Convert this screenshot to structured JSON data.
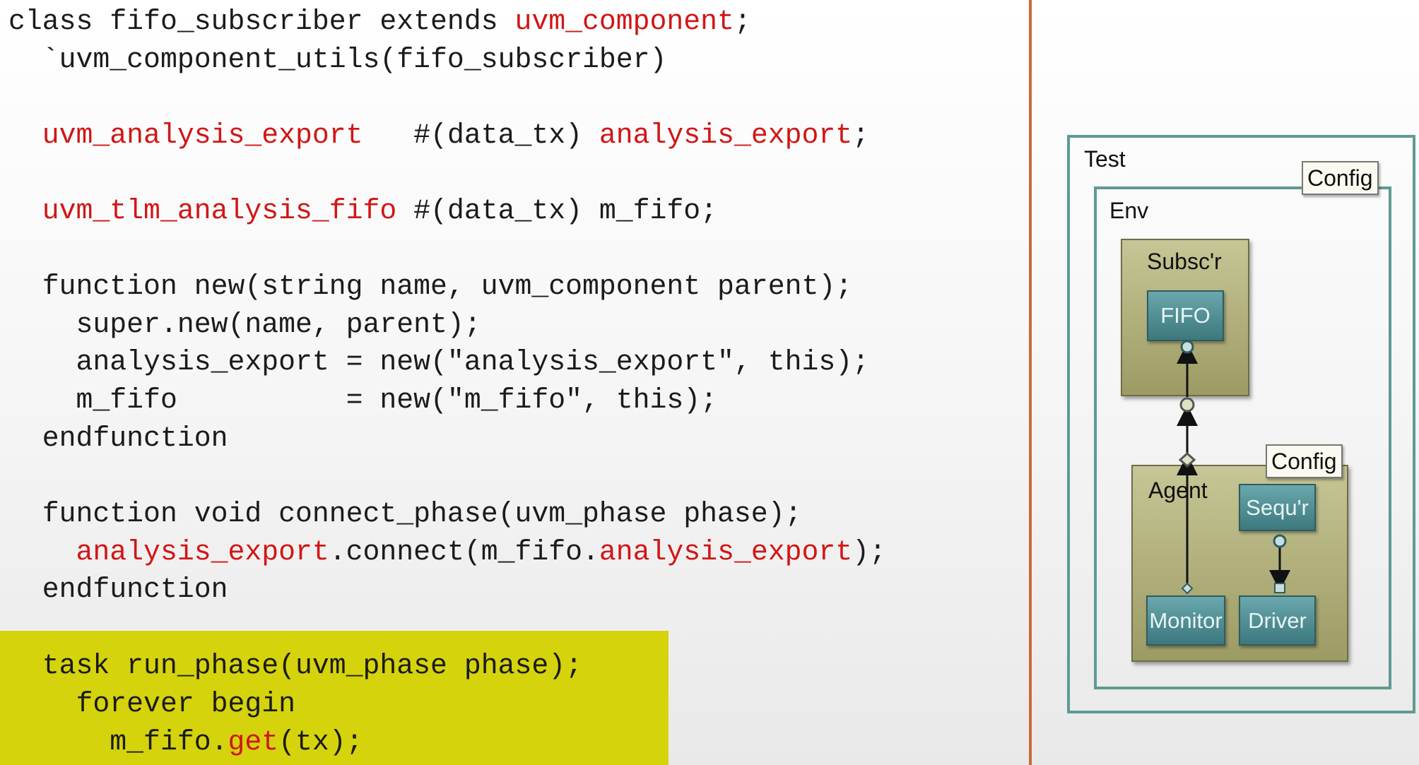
{
  "code": {
    "lines": [
      [
        {
          "t": "class fifo_subscriber extends "
        },
        {
          "t": "uvm_component",
          "c": "red"
        },
        {
          "t": ";"
        }
      ],
      [
        {
          "t": "  `uvm_component_utils(fifo_subscriber)"
        }
      ],
      [
        {
          "t": "  "
        },
        {
          "t": "uvm_analysis_export",
          "c": "red"
        },
        {
          "t": "   #(data_tx) "
        },
        {
          "t": "analysis_export",
          "c": "red"
        },
        {
          "t": ";"
        }
      ],
      [
        {
          "t": "  "
        },
        {
          "t": "uvm_tlm_analysis_fifo",
          "c": "red"
        },
        {
          "t": " #(data_tx) m_fifo;"
        }
      ],
      [
        {
          "t": "  function new(string name, uvm_component parent);"
        }
      ],
      [
        {
          "t": "    super.new(name, parent);"
        }
      ],
      [
        {
          "t": "    analysis_export = new(\"analysis_export\", this);"
        }
      ],
      [
        {
          "t": "    m_fifo          = new(\"m_fifo\", this);"
        }
      ],
      [
        {
          "t": "  endfunction"
        }
      ],
      [
        {
          "t": "  function void connect_phase(uvm_phase phase);"
        }
      ],
      [
        {
          "t": "    "
        },
        {
          "t": "analysis_export",
          "c": "red"
        },
        {
          "t": ".connect(m_fifo."
        },
        {
          "t": "analysis_export",
          "c": "red"
        },
        {
          "t": ");"
        }
      ],
      [
        {
          "t": "  endfunction"
        }
      ],
      [
        {
          "t": "  task run_phase(uvm_phase phase);"
        }
      ],
      [
        {
          "t": "    forever begin"
        }
      ],
      [
        {
          "t": "      m_fifo."
        },
        {
          "t": "get",
          "c": "red"
        },
        {
          "t": "(tx);"
        }
      ]
    ]
  },
  "diagram": {
    "test_label": "Test",
    "env_label": "Env",
    "config_top_label": "Config",
    "config_agent_label": "Config",
    "subscriber_label": "Subsc'r",
    "fifo_label": "FIFO",
    "agent_label": "Agent",
    "sequencer_label": "Sequ'r",
    "monitor_label": "Monitor",
    "driver_label": "Driver"
  },
  "colors": {
    "keyword_red": "#d01616",
    "highlight_yellow": "#d5d30c",
    "divider": "#c86b3a",
    "teal_border": "#5f9a92"
  }
}
